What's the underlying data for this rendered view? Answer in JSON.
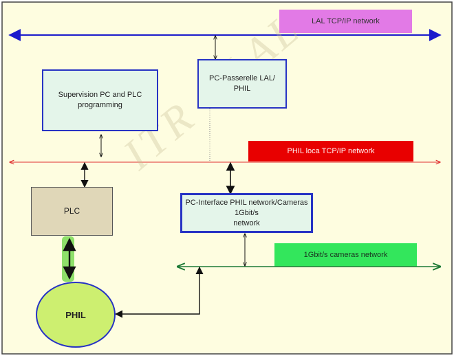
{
  "colors": {
    "background": "#fefde0",
    "frame": "#444444",
    "lal_network": "#1a1acc",
    "lal_network_label_bg": "#e27ae6",
    "local_network": "#e03030",
    "local_network_label_bg": "#e80000",
    "cameras_network": "#1d7a35",
    "cameras_network_label_bg": "#33e65c",
    "box_border": "#2733c4",
    "box_fill": "#e4f5ea",
    "plc_fill": "#e0d7b8",
    "phil_fill": "#cdef70",
    "connector": "#111111",
    "highlight": "#8ee06a"
  },
  "networks": {
    "lal": {
      "label": "LAL TCP/IP network"
    },
    "local": {
      "label": "PHIL loca TCP/IP network"
    },
    "cameras": {
      "label": "1Gbit/s cameras network"
    }
  },
  "nodes": {
    "supervision": {
      "line1": "Supervision PC and PLC",
      "line2": "programming"
    },
    "passerelle": {
      "line1": "PC-Passerelle LAL/",
      "line2": "PHIL"
    },
    "plc": {
      "label": "PLC"
    },
    "interface": {
      "line1": "PC-Interface PHIL network/Cameras 1Gbit/s",
      "line2": "network"
    },
    "phil": {
      "label": "PHIL"
    }
  },
  "watermark": "ITR - LAL"
}
